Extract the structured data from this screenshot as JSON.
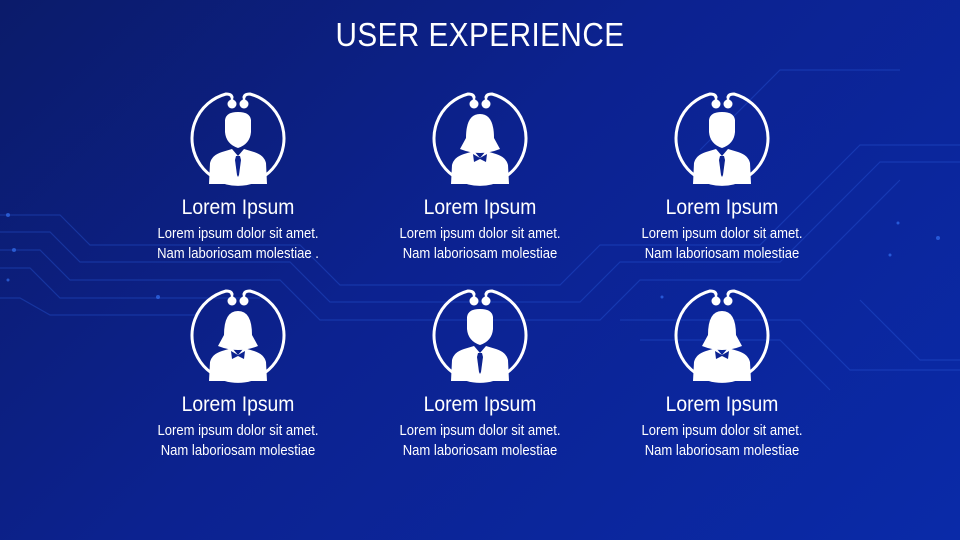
{
  "title": "USER EXPERIENCE",
  "cards": [
    {
      "icon": "male",
      "name": "Lorem Ipsum",
      "line1": "Lorem ipsum dolor sit amet.",
      "line2": "Nam laboriosam molestiae ."
    },
    {
      "icon": "female",
      "name": "Lorem Ipsum",
      "line1": "Lorem ipsum dolor sit amet.",
      "line2": "Nam laboriosam molestiae"
    },
    {
      "icon": "male",
      "name": "Lorem Ipsum",
      "line1": "Lorem ipsum dolor sit amet.",
      "line2": "Nam laboriosam molestiae"
    },
    {
      "icon": "female",
      "name": "Lorem Ipsum",
      "line1": "Lorem ipsum dolor sit amet.",
      "line2": "Nam laboriosam molestiae"
    },
    {
      "icon": "male",
      "name": "Lorem Ipsum",
      "line1": "Lorem ipsum dolor sit amet.",
      "line2": "Nam laboriosam molestiae"
    },
    {
      "icon": "female",
      "name": "Lorem Ipsum",
      "line1": "Lorem ipsum dolor sit amet.",
      "line2": "Nam laboriosam molestiae"
    }
  ]
}
